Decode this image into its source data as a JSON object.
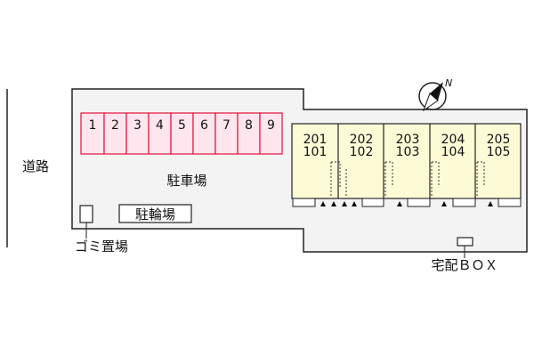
{
  "road_label": "道路",
  "parking": {
    "label": "駐車場",
    "spaces": [
      "1",
      "2",
      "3",
      "4",
      "5",
      "6",
      "7",
      "8",
      "9"
    ]
  },
  "bicycle_parking_label": "駐輪場",
  "garbage_label": "ゴミ置場",
  "delivery_box_label": "宅配ＢＯＸ",
  "compass_letter": "N",
  "units": [
    {
      "upper": "201",
      "lower": "101"
    },
    {
      "upper": "202",
      "lower": "102"
    },
    {
      "upper": "203",
      "lower": "103"
    },
    {
      "upper": "204",
      "lower": "104"
    },
    {
      "upper": "205",
      "lower": "105"
    }
  ],
  "colors": {
    "lot_fill": "#f3f3f3",
    "parking_fill": "#ffe6ee",
    "parking_stroke": "#e0113a",
    "building_fill": "#fdfbd6",
    "outline": "#222222"
  }
}
